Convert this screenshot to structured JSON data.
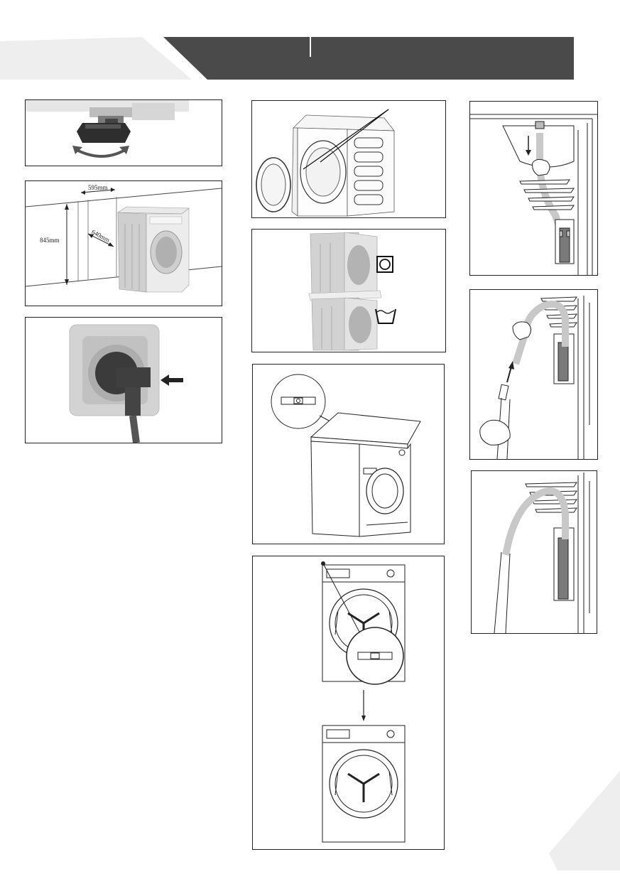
{
  "header": {
    "left_section": "",
    "right_section": ""
  },
  "panels": {
    "feet": {
      "caption": ""
    },
    "dimensions": {
      "width_label": "595mm",
      "depth_label": "640mm",
      "height_label": "845mm"
    },
    "plug": {
      "caption": ""
    },
    "door": {
      "caption": ""
    },
    "stacked": {
      "caption": ""
    },
    "level": {
      "caption": ""
    },
    "level_front": {
      "caption": ""
    },
    "hose_remove": {
      "caption": ""
    },
    "hose_attach": {
      "caption": ""
    },
    "hose_done": {
      "caption": ""
    }
  },
  "colors": {
    "header": "#4a4a4a",
    "tab": "#eeeeee",
    "hose": "#c8c8c8",
    "appliance": "#dcdcdc"
  }
}
